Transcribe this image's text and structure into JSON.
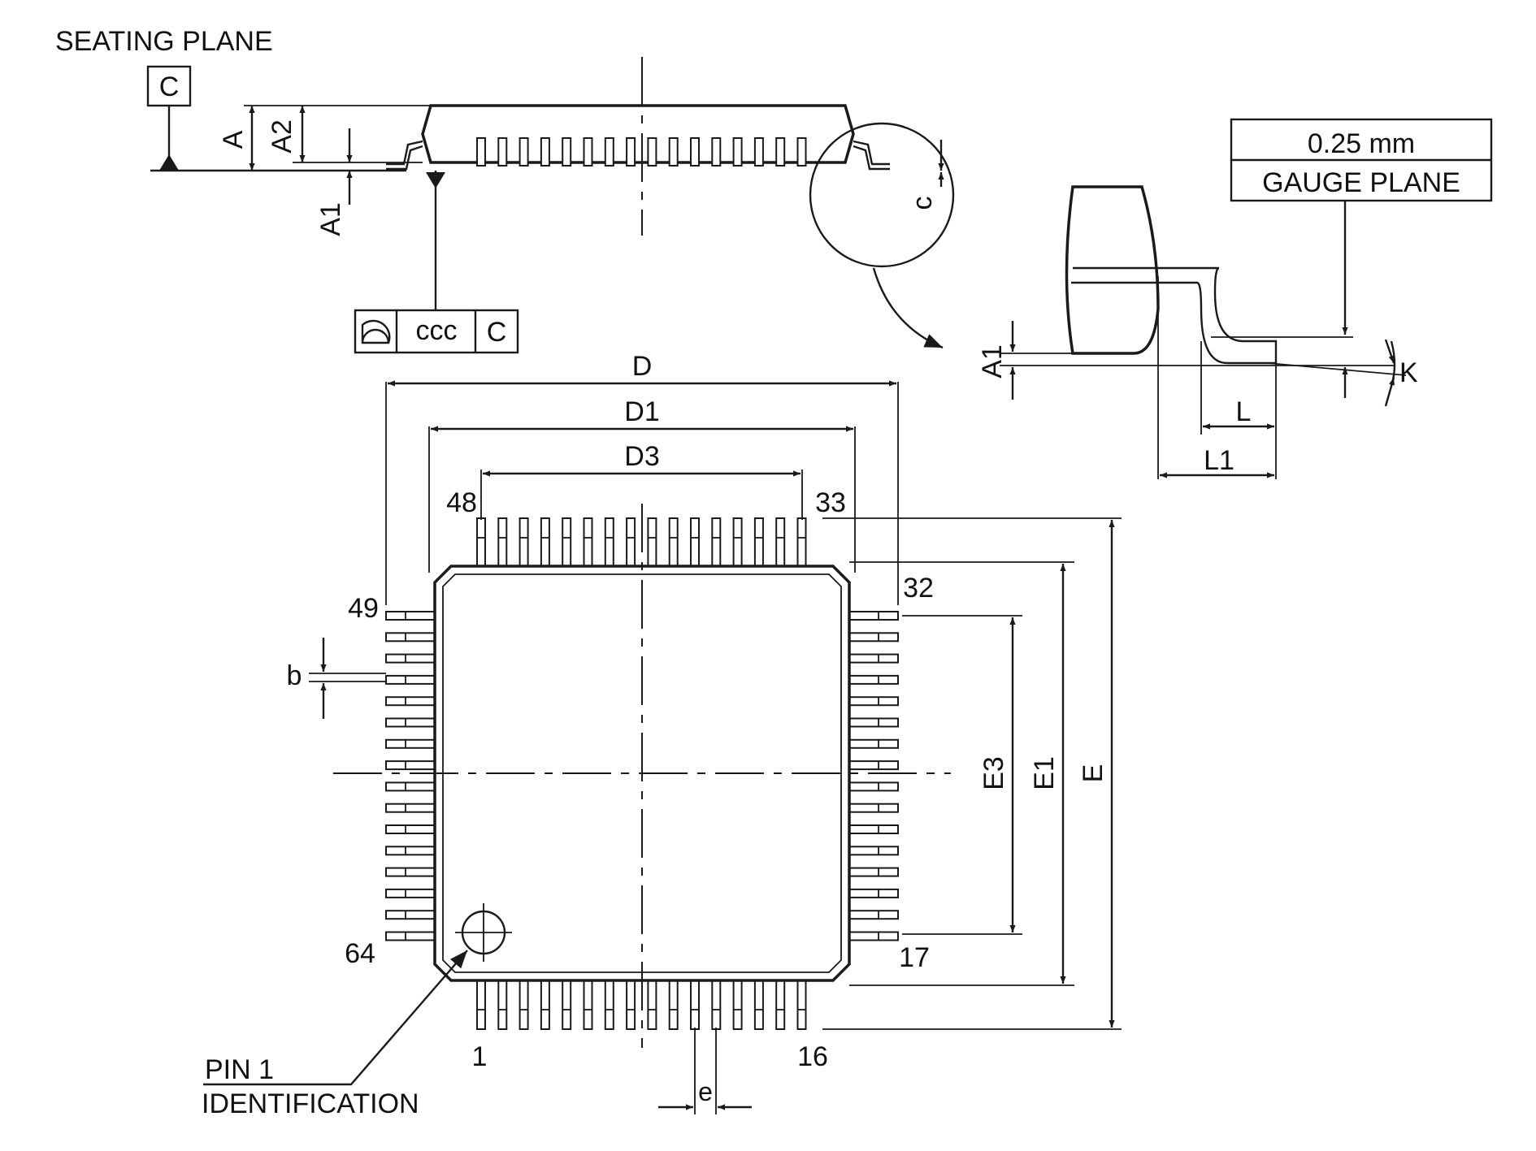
{
  "labels": {
    "seating_plane": "SEATING PLANE",
    "datum": "C",
    "dim_A": "A",
    "dim_A2": "A2",
    "dim_A1": "A1",
    "dim_c": "c",
    "fcf_value": "ccc",
    "fcf_datum": "C",
    "gauge_value": "0.25 mm",
    "gauge_plane": "GAUGE PLANE",
    "detail_A1": "A1",
    "dim_K": "K",
    "dim_L": "L",
    "dim_L1": "L1",
    "dim_D": "D",
    "dim_D1": "D1",
    "dim_D3": "D3",
    "dim_E": "E",
    "dim_E1": "E1",
    "dim_E3": "E3",
    "dim_b": "b",
    "dim_e": "e",
    "pin_1": "1",
    "pin_16": "16",
    "pin_17": "17",
    "pin_32": "32",
    "pin_33": "33",
    "pin_48": "48",
    "pin_49": "49",
    "pin_64": "64",
    "pin1_id_line1": "PIN 1",
    "pin1_id_line2": "IDENTIFICATION"
  }
}
